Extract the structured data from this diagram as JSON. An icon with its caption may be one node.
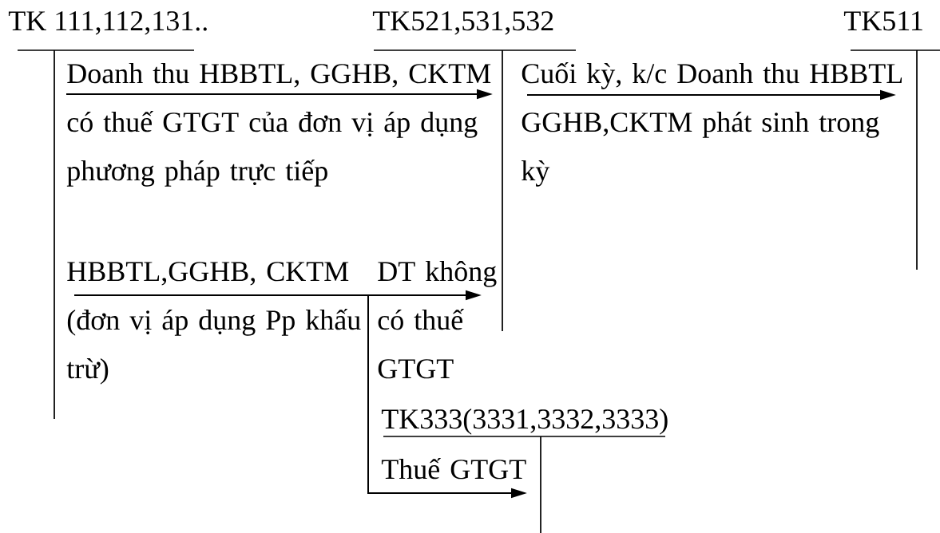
{
  "diagram": {
    "nodes": [
      {
        "text": [
          "TK 111,112,131.."
        ]
      },
      {
        "text": [
          "TK521,531,532"
        ]
      },
      {
        "text": [
          "TK511"
        ]
      },
      {
        "text": [
          "TK333(3331,3332,3333)"
        ]
      }
    ],
    "edges": [
      {
        "from": 0,
        "to": 1,
        "arrow": "to",
        "label": "Doanh thu HBBTL, GGHB, CKTM có thuế GTGT của đơn vị áp dụng phương pháp trực tiếp"
      },
      {
        "from": 1,
        "to": 2,
        "arrow": "to",
        "label": "Cuối kỳ, k/c Doanh thu HBBTL GGHB,CKTM phát sinh trong kỳ"
      },
      {
        "from": 0,
        "to": 1,
        "arrow": "to",
        "label": "DT không có thuế GTGT"
      },
      {
        "from": 0,
        "to": 3,
        "arrow": "to",
        "label": "Thuế GTGT"
      }
    ],
    "labels": [
      "HBBTL,GGHB, CKTM (đơn vị áp dụng Pp khấu trừ)"
    ]
  }
}
